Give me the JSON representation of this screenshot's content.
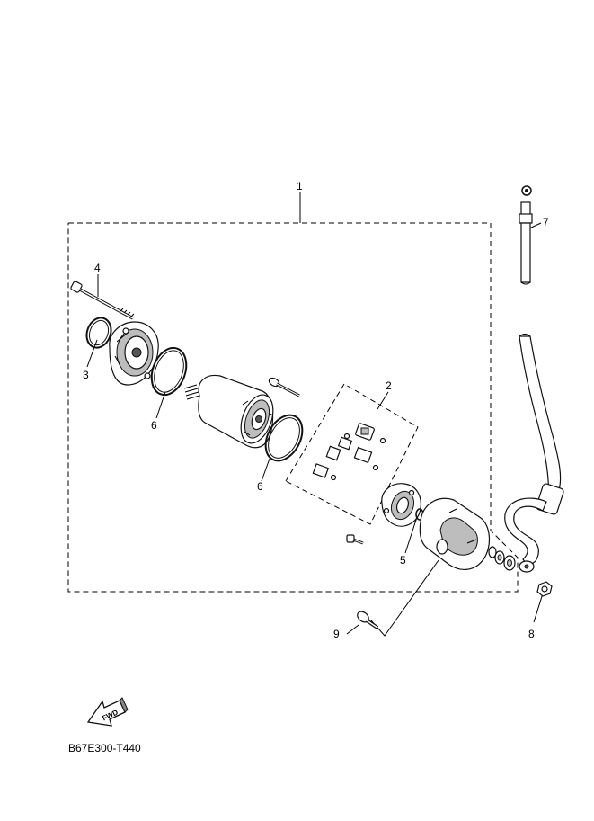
{
  "labels": {
    "l1": "1",
    "l2": "2",
    "l3": "3",
    "l4": "4",
    "l5": "5",
    "l6a": "6",
    "l6b": "6",
    "l7": "7",
    "l8": "8",
    "l9": "9"
  },
  "fwd_text": "FWD",
  "diagram_code": "B67E300-T440"
}
